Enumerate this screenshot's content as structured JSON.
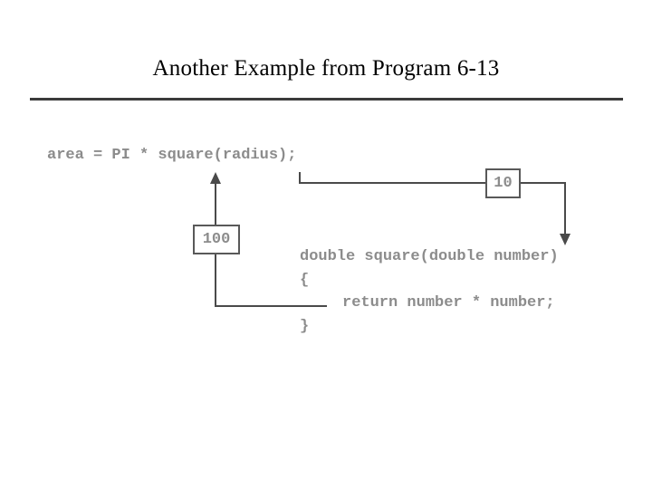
{
  "slide": {
    "title": "Another Example from Program 6-13"
  },
  "diagram": {
    "caller": {
      "code": "area = PI * square(radius);"
    },
    "callee": {
      "signature": "double square(double number)",
      "open_brace": "{",
      "body": "return number * number;",
      "close_brace": "}"
    },
    "values": {
      "argument": "10",
      "return_value": "100"
    },
    "colors": {
      "code_text": "#8c8c8c",
      "connector": "#4a4a4a",
      "box_border": "#595959",
      "title_rule": "#3b3b3b",
      "title_text": "#000000",
      "background": "#ffffff"
    }
  }
}
